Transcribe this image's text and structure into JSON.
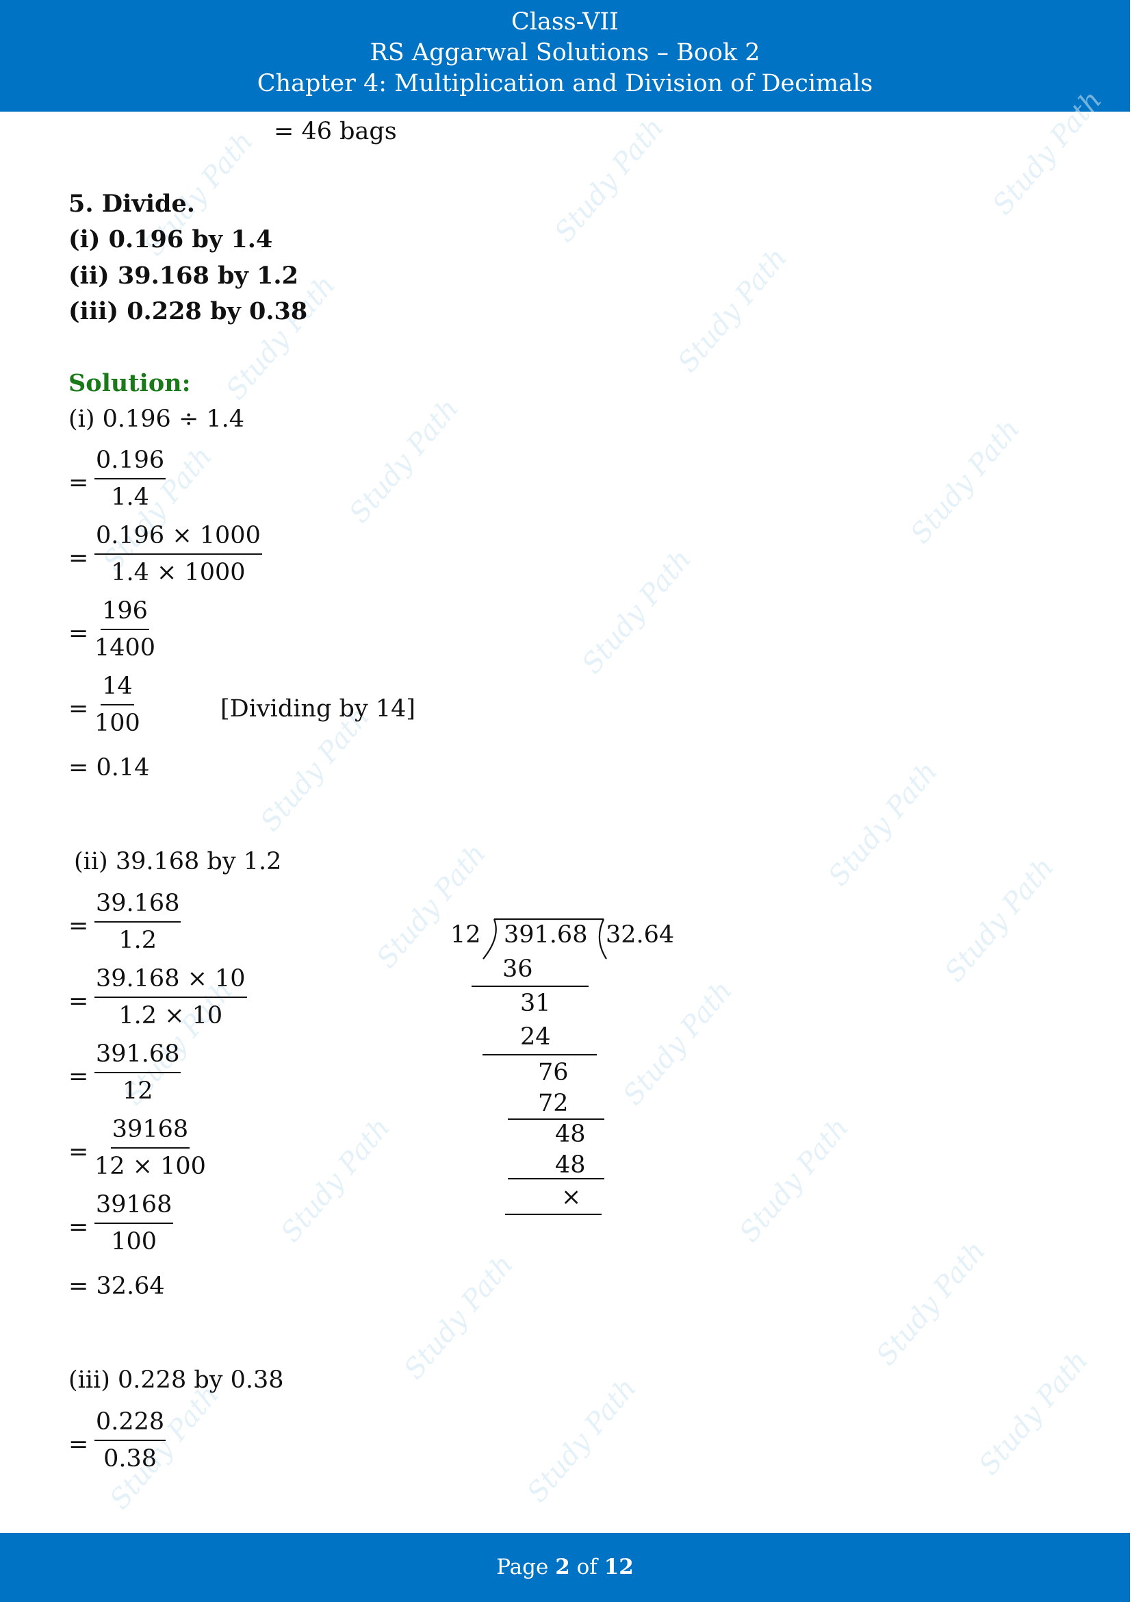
{
  "header": {
    "line1": "Class-VII",
    "line2": "RS Aggarwal Solutions – Book 2",
    "line3": "Chapter 4: Multiplication and Division of Decimals"
  },
  "carryover": "= 46 bags",
  "question": {
    "title": "5. Divide.",
    "parts": [
      "(i) 0.196 by 1.4",
      "(ii) 39.168 by 1.2",
      "(iii) 0.228 by 0.38"
    ]
  },
  "solution_label": "Solution:",
  "part1": {
    "heading": "(i) 0.196 ÷ 1.4",
    "steps": [
      {
        "num": "0.196",
        "den": "1.4"
      },
      {
        "num": "0.196 × 1000",
        "den": "1.4 × 1000"
      },
      {
        "num": "196",
        "den": "1400"
      },
      {
        "num": "14",
        "den": "100"
      }
    ],
    "note": "[Dividing by 14]",
    "result": "= 0.14"
  },
  "part2": {
    "heading": "(ii) 39.168 by 1.2",
    "steps": [
      {
        "num": "39.168",
        "den": "1.2"
      },
      {
        "num": "39.168 × 10",
        "den": "1.2 × 10"
      },
      {
        "num": "391.68",
        "den": "12"
      },
      {
        "num": "39168",
        "den": "12 × 100"
      },
      {
        "num": "39168",
        "den": "100"
      }
    ],
    "result": "= 32.64",
    "long_division": {
      "divisor": "12",
      "dividend": "391.68",
      "quotient": "32.64",
      "rows": [
        "36",
        "31",
        "24",
        "76",
        "72",
        "48",
        "48",
        "×"
      ]
    }
  },
  "part3": {
    "heading": "(iii) 0.228 by 0.38",
    "steps": [
      {
        "num": "0.228",
        "den": "0.38"
      }
    ]
  },
  "footer": {
    "prefix": "Page ",
    "current": "2",
    "middle": " of ",
    "total": "12"
  },
  "watermark": "Study Path"
}
